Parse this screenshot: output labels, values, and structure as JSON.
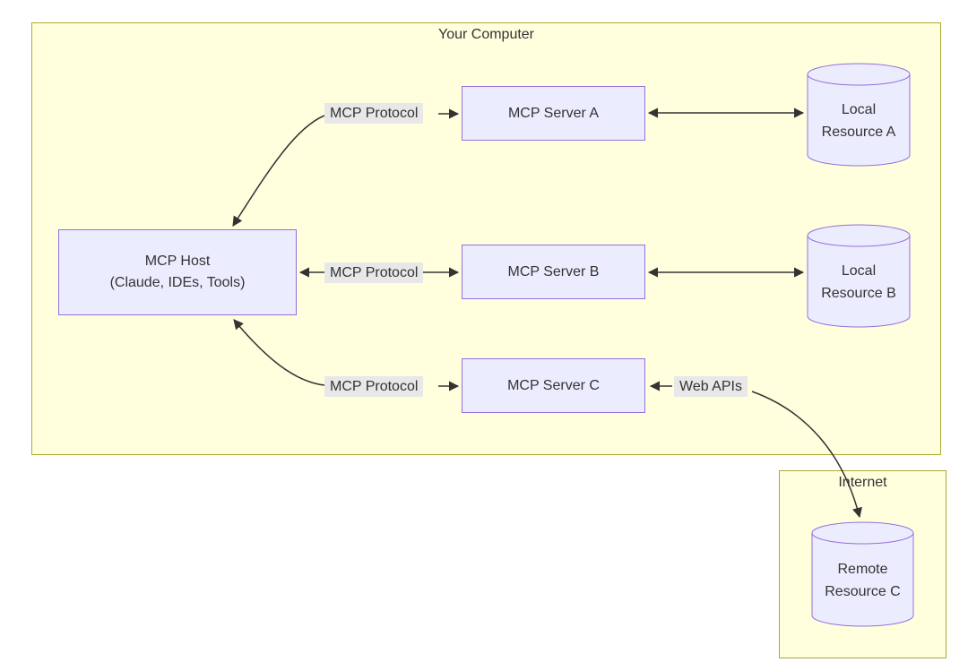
{
  "diagram": {
    "clusters": {
      "your_computer": "Your Computer",
      "internet": "Internet"
    },
    "nodes": {
      "host": {
        "line1": "MCP Host",
        "line2": "(Claude, IDEs, Tools)"
      },
      "server_a": "MCP Server A",
      "server_b": "MCP Server B",
      "server_c": "MCP Server C",
      "resource_a": {
        "line1": "Local",
        "line2": "Resource A"
      },
      "resource_b": {
        "line1": "Local",
        "line2": "Resource B"
      },
      "resource_c": {
        "line1": "Remote",
        "line2": "Resource C"
      }
    },
    "edge_labels": {
      "protocol_a": "MCP Protocol",
      "protocol_b": "MCP Protocol",
      "protocol_c": "MCP Protocol",
      "web_apis": "Web APIs"
    },
    "colors": {
      "cluster_fill": "#ffffde",
      "cluster_border": "#aaaa33",
      "node_fill": "#ececff",
      "node_border": "#9370db",
      "edge_color": "#333333",
      "edge_label_bg": "#e8e8e8",
      "text": "#333333"
    }
  }
}
